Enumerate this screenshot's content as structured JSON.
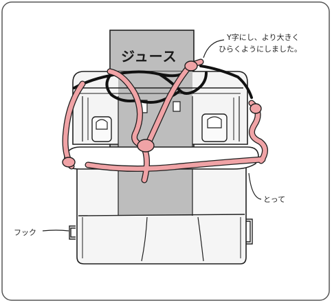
{
  "labels": {
    "carton": "ジュース",
    "note_y_line1": "Y字にし、より大きく",
    "note_y_line2": "ひらくようにしました。",
    "note_handle": "とって",
    "note_hook": "フック"
  },
  "colors": {
    "outline": "#1f1f1f",
    "rope_pink": "#f0a3a6",
    "carton_gray": "#bdbdbd",
    "cord_black": "#111111",
    "bag_light": "#f4f4f4",
    "frame_border": "#555555"
  }
}
